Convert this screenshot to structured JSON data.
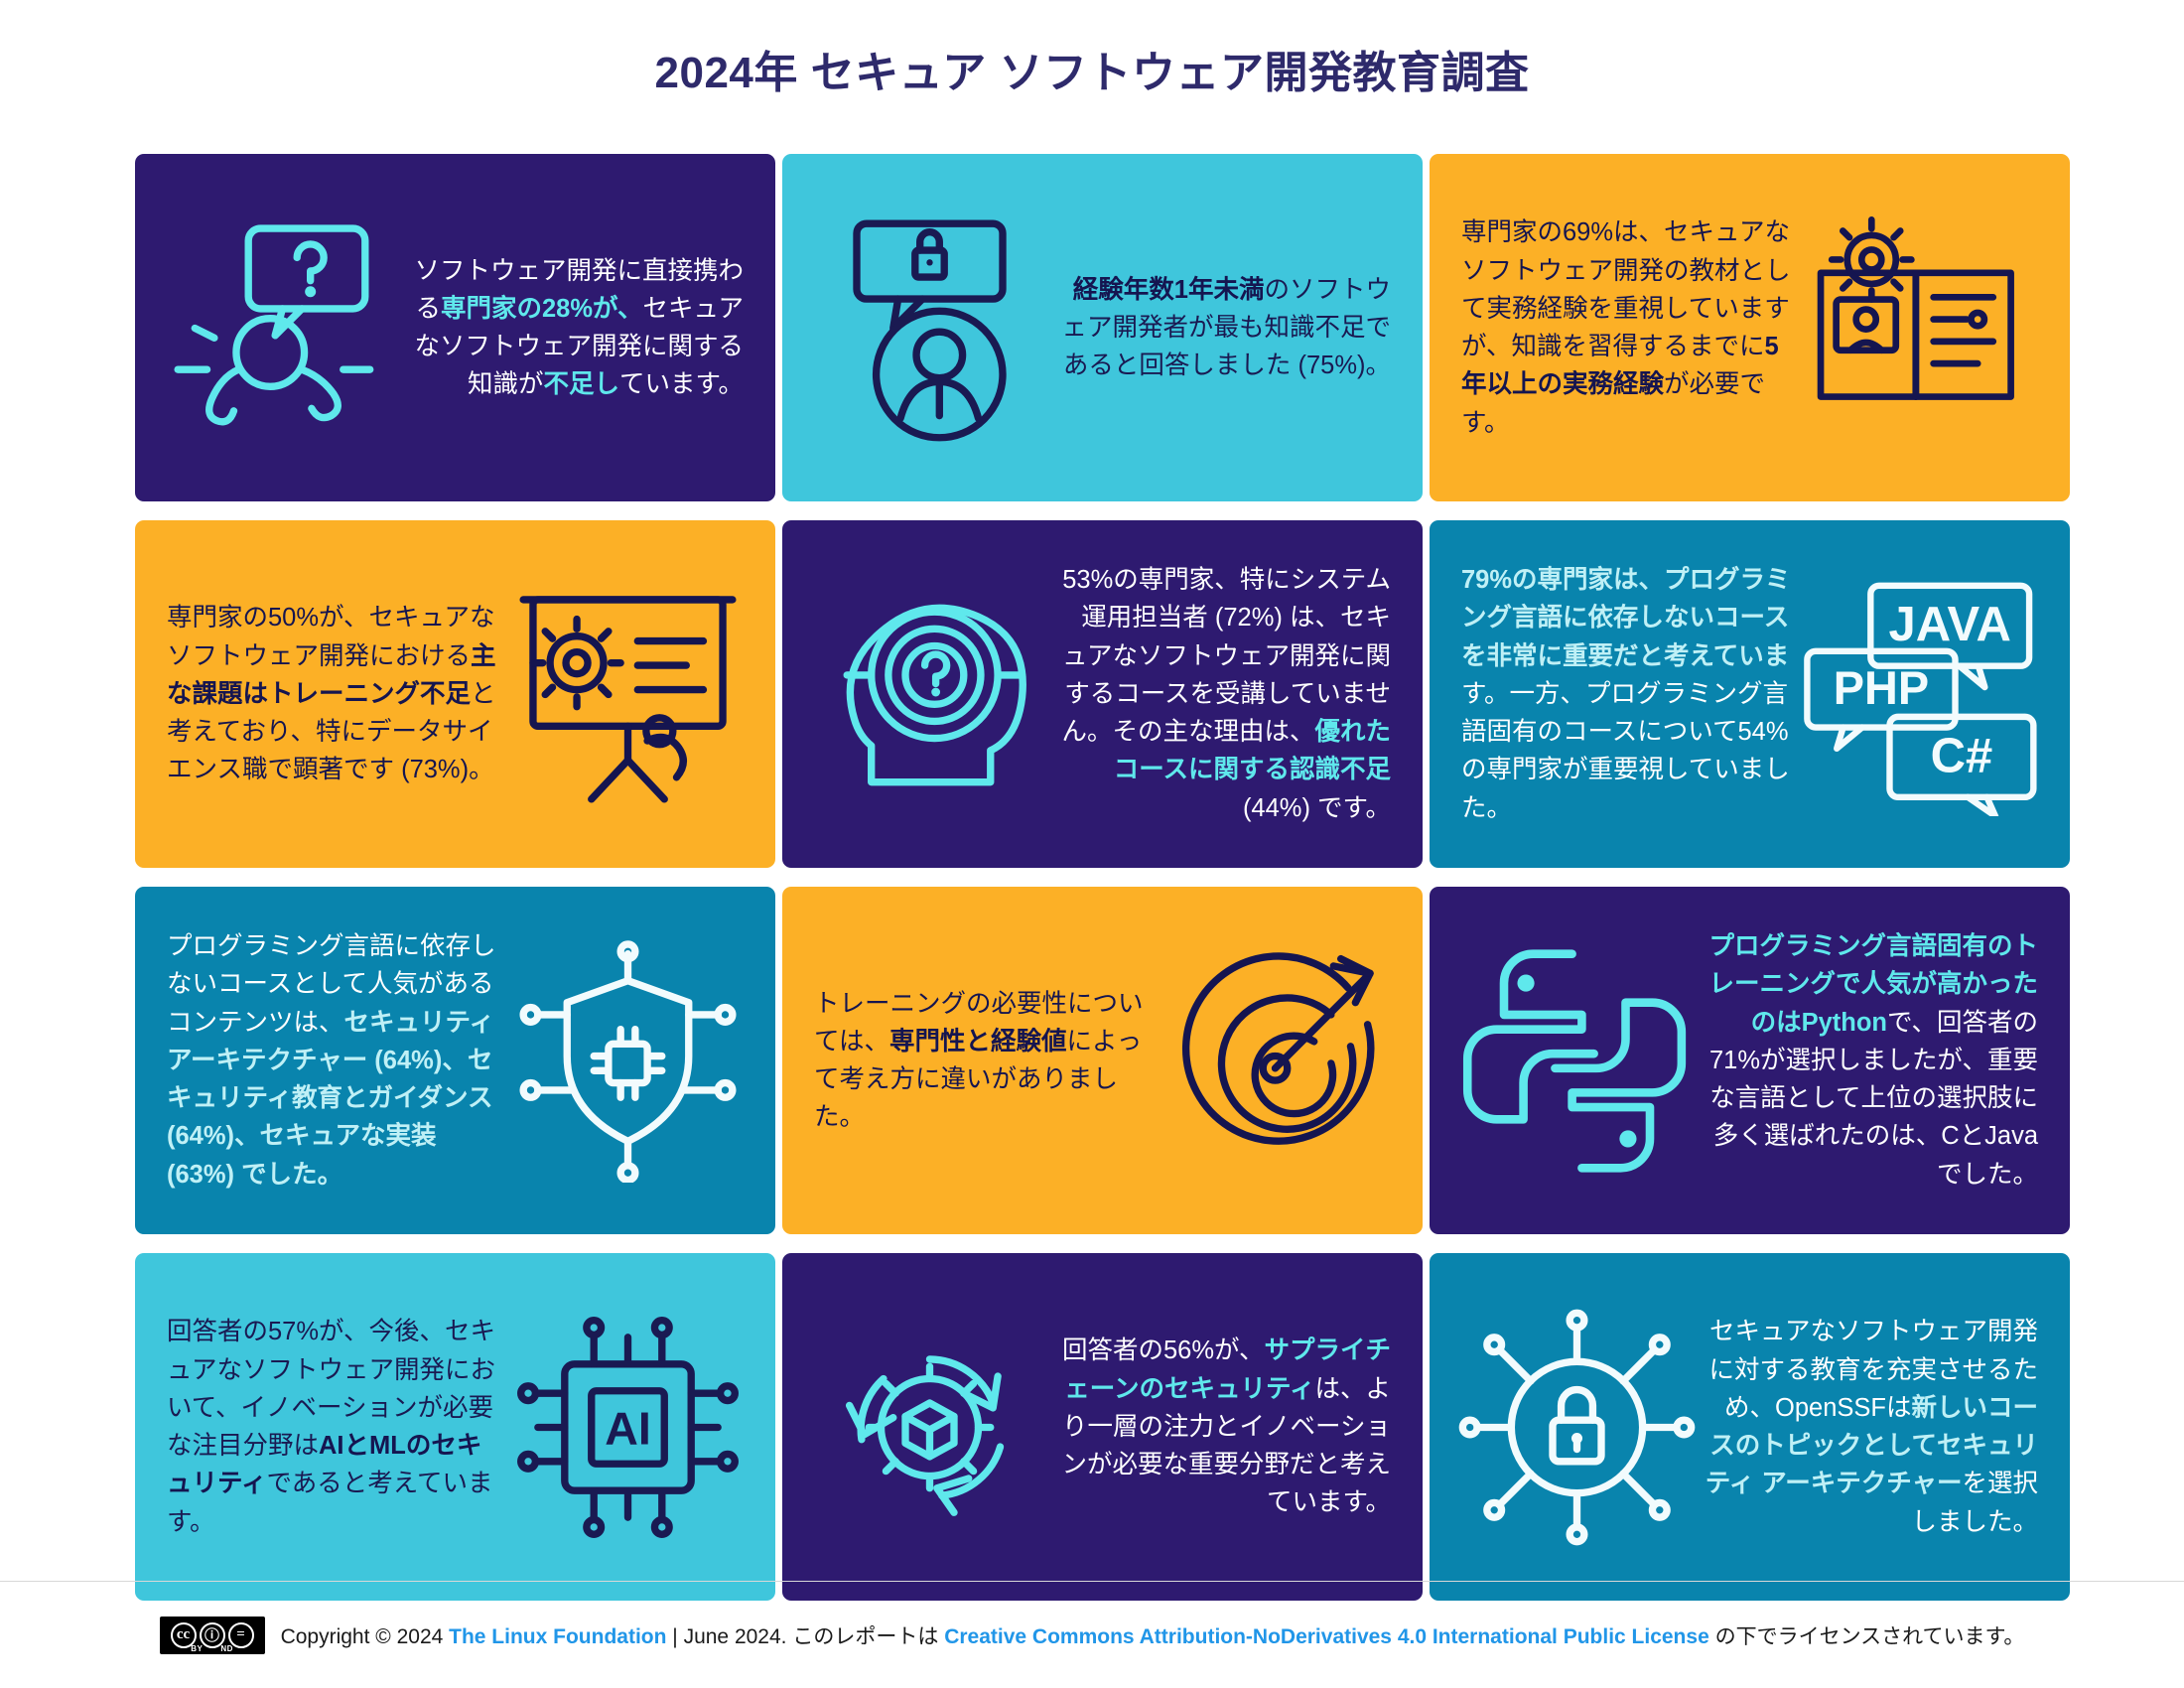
{
  "header": {
    "title": "2024年 セキュア ソフトウェア開発教育調査"
  },
  "cards": [
    {
      "id": "knowledge-gap",
      "theme": "purple",
      "layout": "text-left",
      "icon": "person-shrug-question-icon",
      "text_plain": "ソフトウェア開発に直接携わる専門家の28%が、セキュアなソフトウェア開発に関する知識が不足しています。",
      "segments": [
        {
          "t": "ソフトウェア開発に直接携わる",
          "s": "normal"
        },
        {
          "t": "専門家の28%が、",
          "s": "hl-cyan"
        },
        {
          "t": "セキュアなソフトウェア開発に関する知識が",
          "s": "normal"
        },
        {
          "t": "不足し",
          "s": "hl-cyan"
        },
        {
          "t": "ています。",
          "s": "normal"
        }
      ]
    },
    {
      "id": "junior-devs",
      "theme": "cyan",
      "layout": "text-left",
      "icon": "person-lock-speech-icon",
      "text_plain": "経験年数1年未満のソフトウェア開発者が最も知識不足であると回答しました (75%)。",
      "segments": [
        {
          "t": "経験年数1年未満",
          "s": "hl-dark"
        },
        {
          "t": "のソフトウェア開発者が最も知識不足であると回答しました (75%)。",
          "s": "normal"
        }
      ]
    },
    {
      "id": "hands-on-experience",
      "theme": "orange",
      "layout": "text-right",
      "icon": "open-book-gear-icon",
      "text_plain": "専門家の69%は、セキュアなソフトウェア開発の教材として実務経験を重視していますが、知識を習得するまでに5年以上の実務経験が必要です。",
      "segments": [
        {
          "t": "専門家の69%は、セキュアなソフトウェア開発の教材として実務経験を重視していますが、知識を習得するまでに",
          "s": "normal"
        },
        {
          "t": "5年以上の実務経験",
          "s": "hl-dark"
        },
        {
          "t": "が必要です。",
          "s": "normal"
        }
      ]
    },
    {
      "id": "training-gap",
      "theme": "orange",
      "layout": "text-right",
      "icon": "presentation-gear-icon",
      "text_plain": "専門家の50%が、セキュアなソフトウェア開発における主な課題はトレーニング不足と考えており、特にデータサイエンス職で顕著です (73%)。",
      "segments": [
        {
          "t": "専門家の50%が、セキュアなソフトウェア開発における",
          "s": "normal"
        },
        {
          "t": "主な課題はトレーニング不足",
          "s": "hl-dark"
        },
        {
          "t": "と考えており、特にデータサイエンス職で顕著です (73%)。",
          "s": "normal"
        }
      ]
    },
    {
      "id": "no-courses",
      "theme": "purple",
      "layout": "text-left",
      "icon": "head-maze-question-icon",
      "text_plain": "53%の専門家、特にシステム運用担当者 (72%) は、セキュアなソフトウェア開発に関するコースを受講していません。その主な理由は、優れたコースに関する認識不足 (44%) です。",
      "segments": [
        {
          "t": "53%の専門家、特にシステム運用担当者 (72%) は、セキュアなソフトウェア開発に関するコースを受講していません。その主な理由は、",
          "s": "normal"
        },
        {
          "t": "優れたコースに関する認識不足",
          "s": "hl-cyan"
        },
        {
          "t": " (44%) です。",
          "s": "normal"
        }
      ]
    },
    {
      "id": "language-agnostic",
      "theme": "teal",
      "layout": "text-right",
      "icon": "java-php-csharp-bubbles-icon",
      "text_plain": "79%の専門家は、プログラミング言語に依存しないコースを非常に重要だと考えています。一方、プログラミング言語固有のコースについて54%の専門家が重要視していました。",
      "segments": [
        {
          "t": "79%の専門家は、プログラミング言語に依存しないコースを非常に重要だと考えていま",
          "s": "hl-paleC"
        },
        {
          "t": "す。一方、プログラミング言語固有のコースについて54%の専門家が重要視していました。",
          "s": "normal"
        }
      ]
    },
    {
      "id": "popular-content",
      "theme": "teal",
      "layout": "text-right",
      "icon": "shield-circuit-icon",
      "text_plain": "プログラミング言語に依存しないコースとして人気があるコンテンツは、セキュリティ アーキテクチャー (64%)、セキュリティ教育とガイダンス (64%)、セキュアな実装 (63%) でした。",
      "segments": [
        {
          "t": "プログラミング言語に依存しないコースとして人気があるコンテンツは、",
          "s": "normal"
        },
        {
          "t": "セキュリティ アーキテクチャー (64%)、セキュリティ教育とガイダンス (64%)、セキュアな実装 (63%) でした。",
          "s": "hl-paleC"
        }
      ]
    },
    {
      "id": "training-needs",
      "theme": "orange",
      "layout": "text-right",
      "icon": "target-arrow-icon",
      "text_plain": "トレーニングの必要性については、専門性と経験値によって考え方に違いがありました。",
      "segments": [
        {
          "t": "トレーニングの必要性については、",
          "s": "normal"
        },
        {
          "t": "専門性と経験値",
          "s": "hl-dark"
        },
        {
          "t": "によって考え方に違いがありました。",
          "s": "normal"
        }
      ]
    },
    {
      "id": "python-popular",
      "theme": "purple",
      "layout": "text-left",
      "icon": "python-logo-icon",
      "text_plain": "プログラミング言語固有のトレーニングで人気が高かったのはPythonで、回答者の71%が選択しましたが、重要な言語として上位の選択肢に多く選ばれたのは、CとJavaでした。",
      "segments": [
        {
          "t": "プログラミング言語固有のトレーニングで人気が高かったのはPython",
          "s": "hl-cyan"
        },
        {
          "t": "で、回答者の71%が選択しましたが、重要な言語として上位の選択肢に多く選ばれたのは、CとJavaでした。",
          "s": "normal"
        }
      ]
    },
    {
      "id": "ai-ml-security",
      "theme": "cyan",
      "layout": "text-right",
      "icon": "ai-chip-icon",
      "text_plain": "回答者の57%が、今後、セキュアなソフトウェア開発において、イノベーションが必要な注目分野はAIとMLのセキュリティであると考えています。",
      "segments": [
        {
          "t": "回答者の57%が、今後、セキュアなソフトウェア開発において、イノベーションが必要な注目分野は",
          "s": "normal"
        },
        {
          "t": "AIとMLのセキュリティ",
          "s": "hl-dark"
        },
        {
          "t": "であると考えています。",
          "s": "normal"
        }
      ]
    },
    {
      "id": "supply-chain",
      "theme": "purple",
      "layout": "text-left",
      "icon": "cube-arrows-gear-icon",
      "text_plain": "回答者の56%が、サプライチェーンのセキュリティは、より一層の注力とイノベーションが必要な重要分野だと考えています。",
      "segments": [
        {
          "t": "回答者の56%が、",
          "s": "normal"
        },
        {
          "t": "サプライチェーンのセキュリティ",
          "s": "hl-cyan"
        },
        {
          "t": "は、より一層の注力とイノベーションが必要な重要分野だと考えています。",
          "s": "normal"
        }
      ]
    },
    {
      "id": "openssf-course",
      "theme": "teal",
      "layout": "text-left",
      "icon": "lock-circuit-icon",
      "text_plain": "セキュアなソフトウェア開発に対する教育を充実させるため、OpenSSFは新しいコースのトピックとしてセキュリティ アーキテクチャーを選択しました。",
      "segments": [
        {
          "t": "セキュアなソフトウェア開発に対する教育を充実させるため、OpenSSFは",
          "s": "normal"
        },
        {
          "t": "新しいコースのトピックとしてセキュリティ アーキテクチャー",
          "s": "hl-paleC"
        },
        {
          "t": "を選択しました。",
          "s": "normal"
        }
      ]
    }
  ],
  "footer": {
    "cc_label": "cc",
    "cc_by": "BY",
    "cc_nd": "ND",
    "copyright_prefix": "Copyright © 2024 ",
    "org": "The Linux Foundation",
    "separator": " | ",
    "date": "June 2024.",
    "mid_text": " このレポートは ",
    "license": "Creative Commons Attribution-NoDerivatives 4.0 International Public License",
    "suffix": " の下でライセンスされています。"
  },
  "colors": {
    "purple": "#2E1A70",
    "cyan": "#3FC6DC",
    "orange": "#FCB026",
    "teal": "#0984AD",
    "accent_cyan": "#5FE8EC",
    "title": "#2E2A6B",
    "link_blue": "#2196E8"
  }
}
